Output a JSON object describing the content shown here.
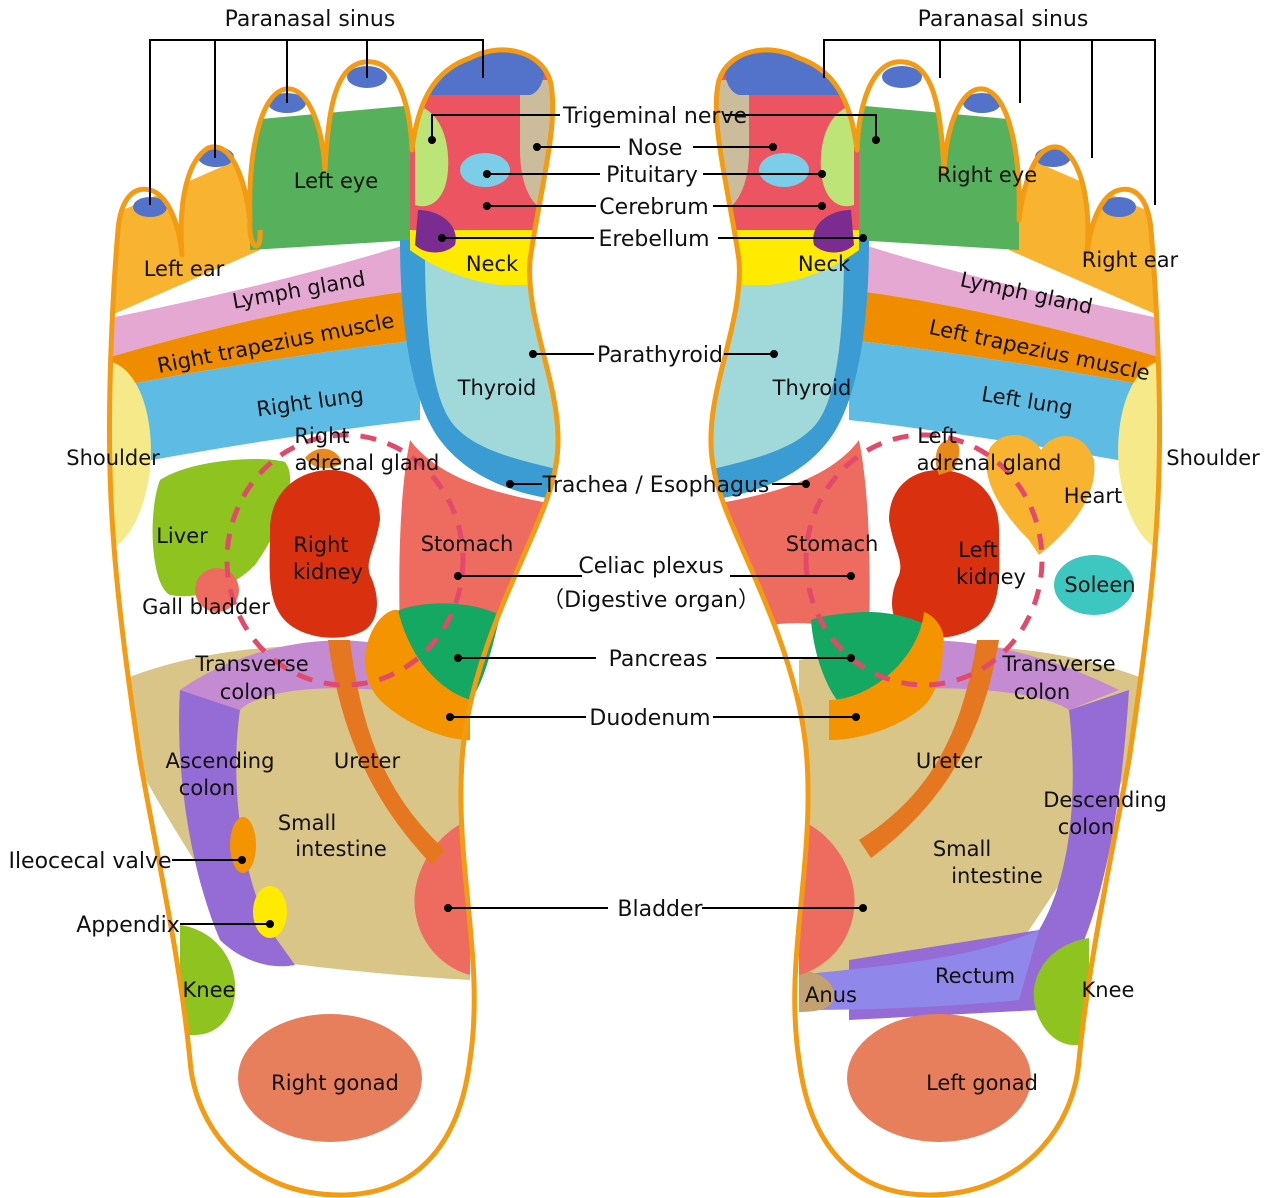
{
  "diagram": {
    "colors": {
      "outline": "#f39b12",
      "sinus": "#5273c9",
      "eye": "#57b05c",
      "ear": "#f8b330",
      "lymph": "#e5a8d2",
      "trapezius": "#f08c00",
      "lung": "#5ebce4",
      "neck": "#ffea00",
      "thyroid": "#a1d9da",
      "trachea": "#3a9cd3",
      "stomach": "#ee6b60",
      "cerebrum": "#ec5461",
      "nose": "#cbbd9b",
      "trigeminal": "#bde477",
      "pituitary": "#7bcde8",
      "erebellum": "#7b2c91",
      "parathyroid": "#7657dc",
      "kidney": "#d93010",
      "adrenal": "#e8891a",
      "pancreas": "#15a862",
      "duodenum": "#f39400",
      "colon": "#956cd6",
      "transverse": "#c58bd2",
      "intestine": "#d9c587",
      "ureter": "#e57720",
      "bladder": "#ee6b60",
      "rectum": "#8f87ea",
      "anus": "#c4a171",
      "gonad": "#e87f5c",
      "knee": "#8fc31f",
      "liver": "#8fc31f",
      "gall": "#ffea00",
      "heart": "#e95c88",
      "spleen": "#3ec7c0",
      "shoulder": "#f6e98a",
      "plexus": "#e24a6b"
    },
    "center_labels": {
      "trigeminal_nerve": "Trigeminal nerve",
      "nose": "Nose",
      "pituitary": "Pituitary",
      "cerebrum": "Cerebrum",
      "erebellum": "Erebellum",
      "parathyroid": "Parathyroid",
      "trachea_esophagus": "Trachea / Esophagus",
      "celiac_plexus": "Celiac plexus",
      "digestive_organ": "（Digestive organ）",
      "pancreas": "Pancreas",
      "duodenum": "Duodenum",
      "bladder": "Bladder"
    },
    "left_foot": {
      "paranasal_sinus": "Paranasal sinus",
      "left_eye": "Left eye",
      "left_ear": "Left ear",
      "lymph_gland": "Lymph gland",
      "right_trapezius_muscle": "Right trapezius muscle",
      "right_lung": "Right lung",
      "neck": "Neck",
      "thyroid": "Thyroid",
      "shoulder": "Shoulder",
      "right_adrenal_gland_1": "Right",
      "right_adrenal_gland_2": "adrenal gland",
      "liver": "Liver",
      "right_kidney_1": "Right",
      "right_kidney_2": "kidney",
      "stomach": "Stomach",
      "gall_bladder": "Gall bladder",
      "transverse_colon_1": "Transverse",
      "transverse_colon_2": "colon",
      "ascending_colon_1": "Ascending",
      "ascending_colon_2": "colon",
      "ureter": "Ureter",
      "small_intestine_1": "Small",
      "small_intestine_2": "intestine",
      "ileocecal_valve": "Ileocecal valve",
      "appendix": "Appendix",
      "knee": "Knee",
      "right_gonad": "Right gonad"
    },
    "right_foot": {
      "paranasal_sinus": "Paranasal sinus",
      "right_eye": "Right eye",
      "right_ear": "Right ear",
      "lymph_gland": "Lymph gland",
      "left_trapezius_muscle": "Left trapezius muscle",
      "left_lung": "Left lung",
      "neck": "Neck",
      "thyroid": "Thyroid",
      "shoulder": "Shoulder",
      "left_adrenal_gland_1": "Left",
      "left_adrenal_gland_2": "adrenal gland",
      "heart": "Heart",
      "left_kidney_1": "Left",
      "left_kidney_2": "kidney",
      "stomach": "Stomach",
      "soleen": "Soleen",
      "transverse_colon_1": "Transverse",
      "transverse_colon_2": "colon",
      "descending_colon_1": "Descending",
      "descending_colon_2": "colon",
      "ureter": "Ureter",
      "small_intestine_1": "Small",
      "small_intestine_2": "intestine",
      "rectum": "Rectum",
      "anus": "Anus",
      "knee": "Knee",
      "left_gonad": "Left gonad"
    }
  }
}
